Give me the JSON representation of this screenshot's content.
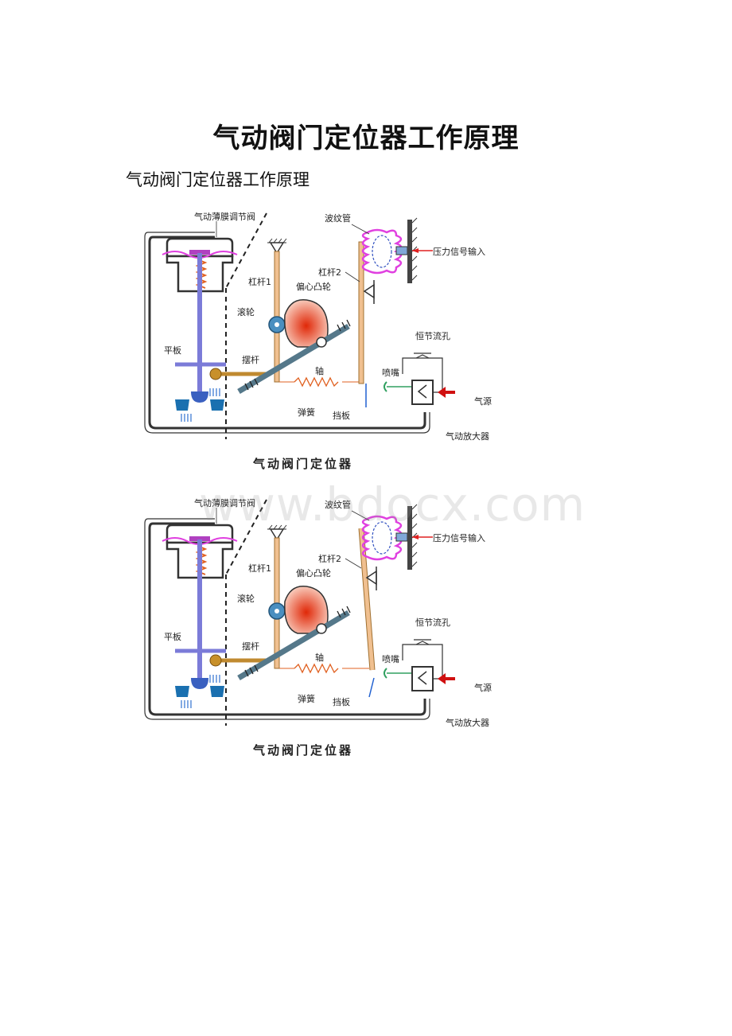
{
  "document": {
    "title": "气动阀门定位器工作原理",
    "subtitle": "气动阀门定位器工作原理"
  },
  "figures": [
    {
      "labels": {
        "valve": "气动薄膜调节阀",
        "bellows": "波纹管",
        "pressure_input": "压力信号输入",
        "lever1": "杠杆1",
        "lever2": "杠杆2",
        "cam": "偏心凸轮",
        "roller": "滚轮",
        "flat_plate": "平板",
        "swing_rod": "摆杆",
        "shaft": "轴",
        "spring": "弹簧",
        "baffle": "挡板",
        "orifice": "恒节流孔",
        "nozzle": "喷嘴",
        "air_source": "气源",
        "amplifier": "气动放大器",
        "caption": "气动阀门定位器"
      }
    },
    {
      "labels": {
        "valve": "气动薄膜调节阀",
        "bellows": "波纹管",
        "pressure_input": "压力信号输入",
        "lever1": "杠杆1",
        "lever2": "杠杆2",
        "cam": "偏心凸轮",
        "roller": "滚轮",
        "flat_plate": "平板",
        "swing_rod": "摆杆",
        "shaft": "轴",
        "spring": "弹簧",
        "baffle": "挡板",
        "orifice": "恒节流孔",
        "nozzle": "喷嘴",
        "air_source": "气源",
        "amplifier": "气动放大器",
        "caption": "气动阀门定位器"
      }
    }
  ],
  "watermark": "www.bdocx.com",
  "colors": {
    "diaphragm": "#e040e0",
    "stem": "#7b7bd8",
    "lever": "#f0c090",
    "cam_center": "#e03010",
    "roller": "#4a8fc0",
    "spring": "#e06020",
    "air_arrow": "#d01010",
    "signal_arrow": "#e02020"
  }
}
